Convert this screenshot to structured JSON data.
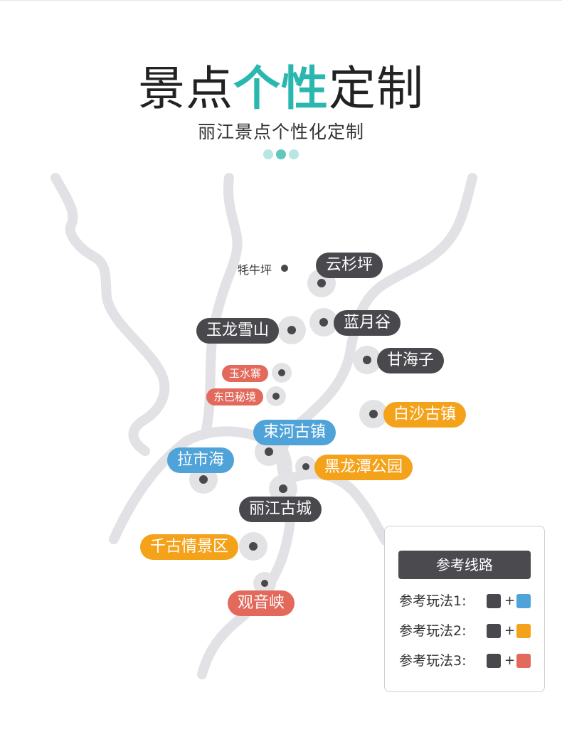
{
  "title": {
    "part1": "景点",
    "highlight": "个性",
    "part2": "定制"
  },
  "subtitle": "丽江景点个性化定制",
  "colors": {
    "dark": "#48484d",
    "blue": "#4fa3d8",
    "orange": "#f5a21b",
    "red": "#e2695b",
    "teal": "#2ab7b0",
    "road": "#e2e2e6"
  },
  "places": {
    "maoniuping": "牦牛坪",
    "yunshanping": "云杉坪",
    "lanyuegu": "蓝月谷",
    "yulongxueshan": "玉龙雪山",
    "ganhaizi": "甘海子",
    "yushuizhai": "玉水寨",
    "dongbamijing": "东巴秘境",
    "baishaguzhen": "白沙古镇",
    "shuheguzhen": "束河古镇",
    "lashihai": "拉市海",
    "heilongtan": "黑龙潭公园",
    "lijianggucheng": "丽江古城",
    "qianguqingjingqu": "千古情景区",
    "guanyinxia": "观音峡"
  },
  "legend": {
    "title": "参考线路",
    "rows": [
      {
        "label": "参考玩法1:",
        "plus": "+",
        "color": "blue"
      },
      {
        "label": "参考玩法2:",
        "plus": "+",
        "color": "orange"
      },
      {
        "label": "参考玩法3:",
        "plus": "+",
        "color": "red"
      }
    ]
  }
}
